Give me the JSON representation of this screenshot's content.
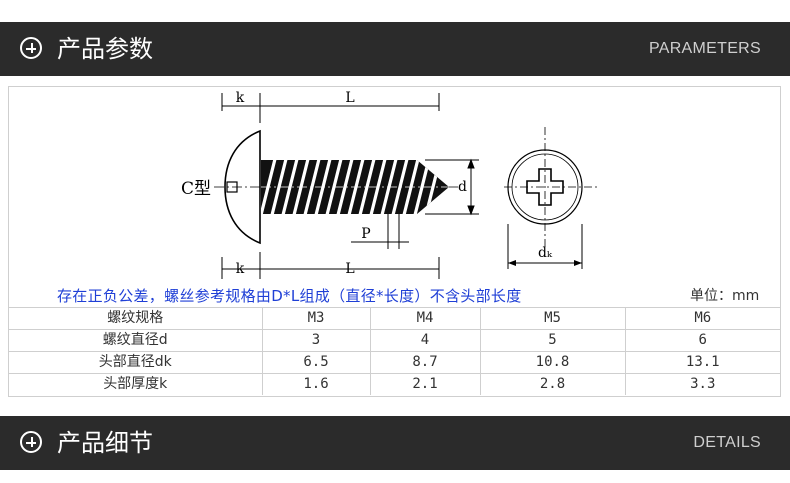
{
  "header": {
    "title": "产品参数",
    "subtitle_en": "PARAMETERS",
    "icon": "plus-circle-icon"
  },
  "diagram": {
    "label_k_top": "k",
    "label_L_top": "L",
    "label_C": "C型",
    "label_d": "d",
    "label_P": "P",
    "label_dk": "dₖ",
    "label_k_bottom": "k",
    "label_L_bottom": "L"
  },
  "note": "存在正负公差，螺丝参考规格由D*L组成（直径*长度）不含头部长度",
  "unit": "单位：mm",
  "table": {
    "rows": [
      [
        "螺纹规格",
        "M3",
        "M4",
        "M5",
        "M6"
      ],
      [
        "螺纹直径d",
        "3",
        "4",
        "5",
        "6"
      ],
      [
        "头部直径dk",
        "6.5",
        "8.7",
        "10.8",
        "13.1"
      ],
      [
        "头部厚度k",
        "1.6",
        "2.1",
        "2.8",
        "3.3"
      ]
    ]
  },
  "footer": {
    "title": "产品细节",
    "subtitle_en": "DETAILS",
    "icon": "plus-circle-icon"
  },
  "colors": {
    "bar_bg": "#2b2b2b",
    "note_blue": "#1f3fd6"
  }
}
